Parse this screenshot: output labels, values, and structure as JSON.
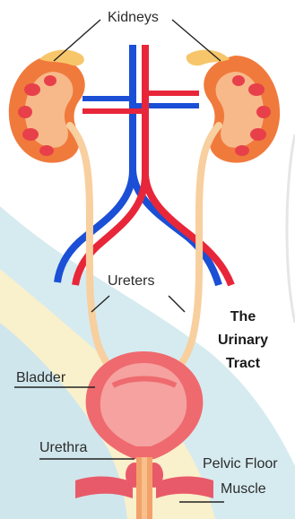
{
  "labels": {
    "kidneys": "Kidneys",
    "ureters": "Ureters",
    "bladder": "Bladder",
    "urethra": "Urethra",
    "pelvic_floor_muscle_line1": "Pelvic Floor",
    "pelvic_floor_muscle_line2": "Muscle"
  },
  "title": {
    "line1": "The",
    "line2": "Urinary",
    "line3": "Tract"
  },
  "colors": {
    "kidney": "#f07a3c",
    "kidney_inner": "#f7b98a",
    "kidney_cap": "#f7c66b",
    "calyx": "#e8404a",
    "ureter": "#f8cf9f",
    "artery": "#e8263a",
    "vein": "#1a4fd6",
    "bladder": "#ee6a6e",
    "bladder_inner": "#f5a2a0",
    "muscle": "#e85a6a",
    "wave_blue": "#d3e9ee",
    "wave_yellow": "#f8efc8"
  }
}
